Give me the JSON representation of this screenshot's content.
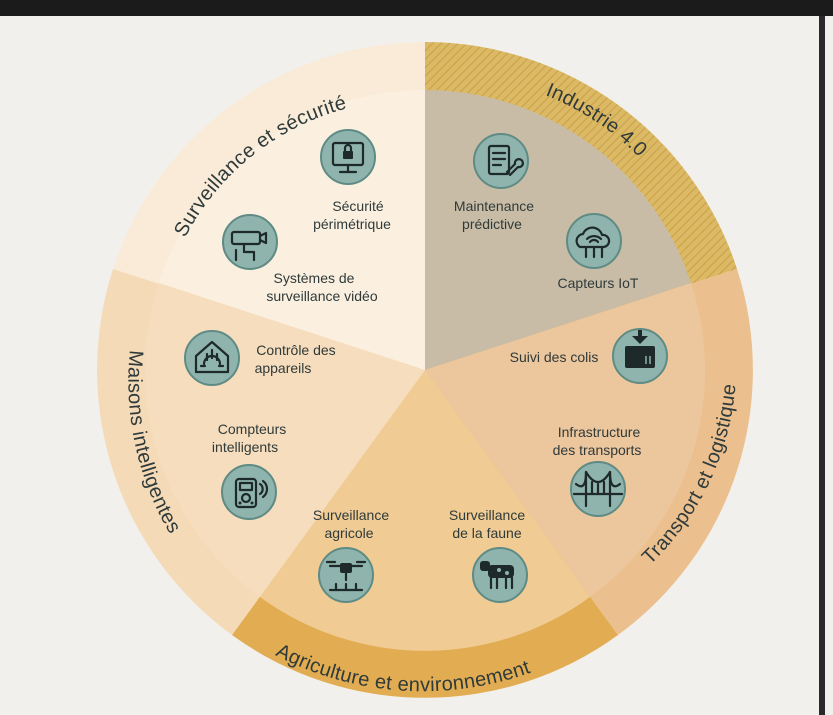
{
  "segments": [
    {
      "label": "Surveillance et sécurité"
    },
    {
      "label": "Industrie 4.0"
    },
    {
      "label": "Transport et logistique"
    },
    {
      "label": "Agriculture et environnement"
    },
    {
      "label": "Maisons intelligentes"
    }
  ],
  "items": {
    "securite_perimetrique": {
      "line1": "Sécurité",
      "line2": "périmétrique",
      "icon": "monitor-lock-icon"
    },
    "video_surveillance": {
      "line1": "Systèmes de",
      "line2": "surveillance vidéo",
      "icon": "cctv-camera-icon"
    },
    "maintenance": {
      "line1": "Maintenance",
      "line2": "prédictive",
      "icon": "document-wrench-icon"
    },
    "capteurs_iot": {
      "line1": "Capteurs IoT",
      "icon": "cloud-wifi-icon"
    },
    "suivi_colis": {
      "line1": "Suivi des colis",
      "icon": "package-icon"
    },
    "infrastructure": {
      "line1": "Infrastructure",
      "line2": "des transports",
      "icon": "bridge-icon"
    },
    "faune": {
      "line1": "Surveillance",
      "line2": "de la faune",
      "icon": "cow-icon"
    },
    "agricole": {
      "line1": "Surveillance",
      "line2": "agricole",
      "icon": "drone-icon"
    },
    "compteurs": {
      "line1": "Compteurs",
      "line2": "intelligents",
      "icon": "smart-meter-icon"
    },
    "controle": {
      "line1": "Contrôle des",
      "line2": "appareils",
      "icon": "smart-home-icon"
    }
  },
  "colors": {
    "surveillance": "#f7e6cf",
    "industrie_inner": "#c9bca4",
    "industrie_ring": "#d9b45e",
    "transport": "#eec79a",
    "agriculture": "#f0c98e",
    "agriculture_ring": "#dfa94e",
    "maisons": "#f4d5ae",
    "icon": "#8fb3ad"
  }
}
